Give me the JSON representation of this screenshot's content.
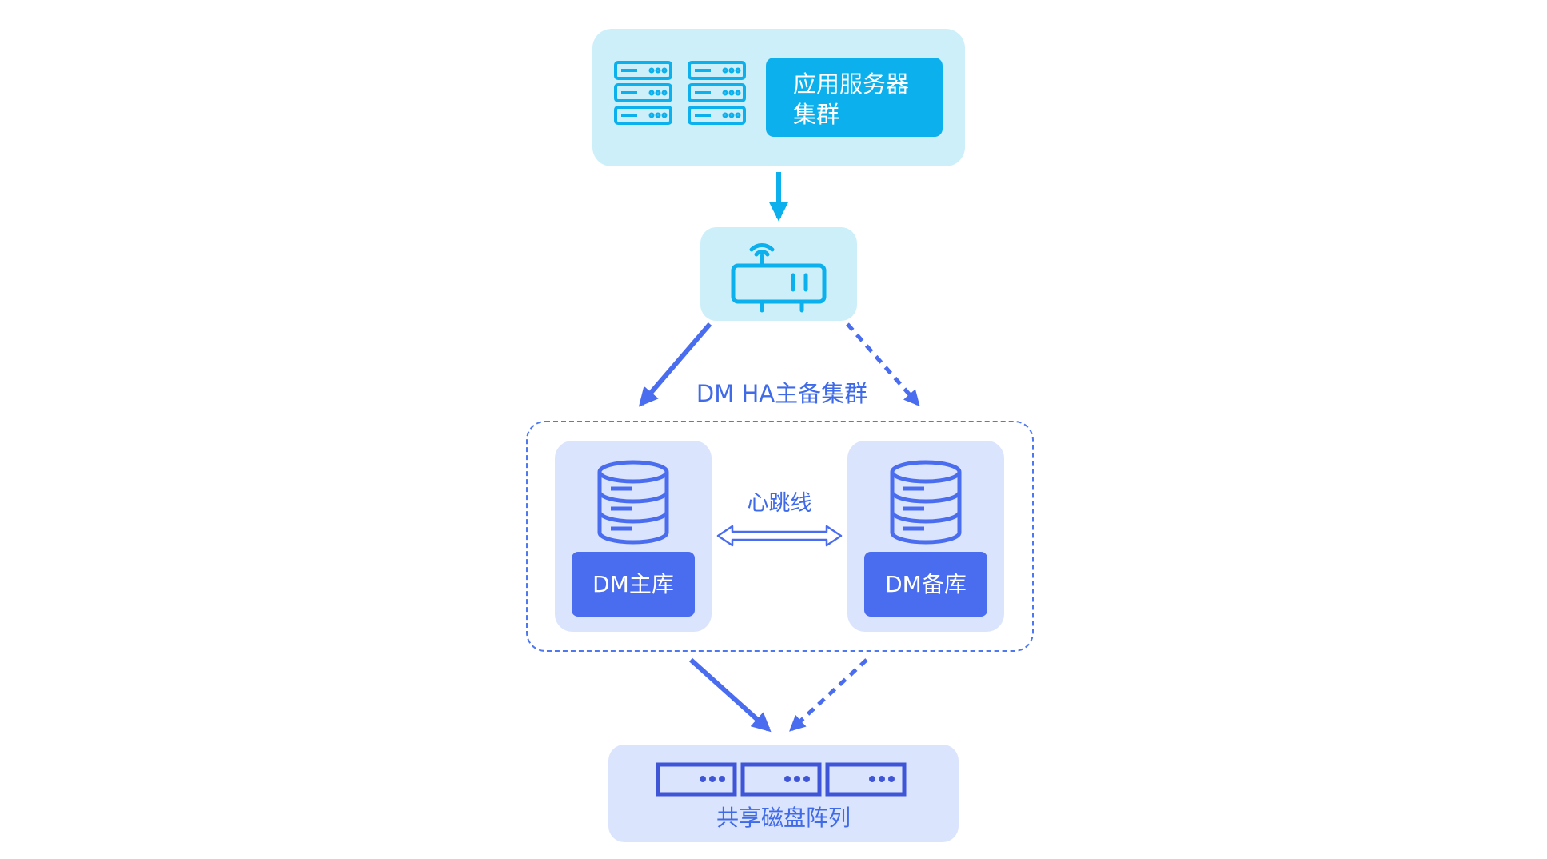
{
  "app_cluster": {
    "label": "应用服务器\n集群"
  },
  "ha_cluster": {
    "title": "DM HA主备集群"
  },
  "heartbeat": {
    "label": "心跳线"
  },
  "primary_db": {
    "label": "DM主库"
  },
  "standby_db": {
    "label": "DM备库"
  },
  "shared_disk": {
    "label": "共享磁盘阵列"
  },
  "colors": {
    "cyan_bg": "#cdeffa",
    "cyan_accent": "#0bb0ec",
    "blue_bg": "#dbe4fd",
    "blue_accent": "#4a6df0",
    "blue_text": "#3f6ae8"
  },
  "icons": [
    "server-rack-icon",
    "router-icon",
    "database-icon",
    "disk-drive-icon"
  ]
}
